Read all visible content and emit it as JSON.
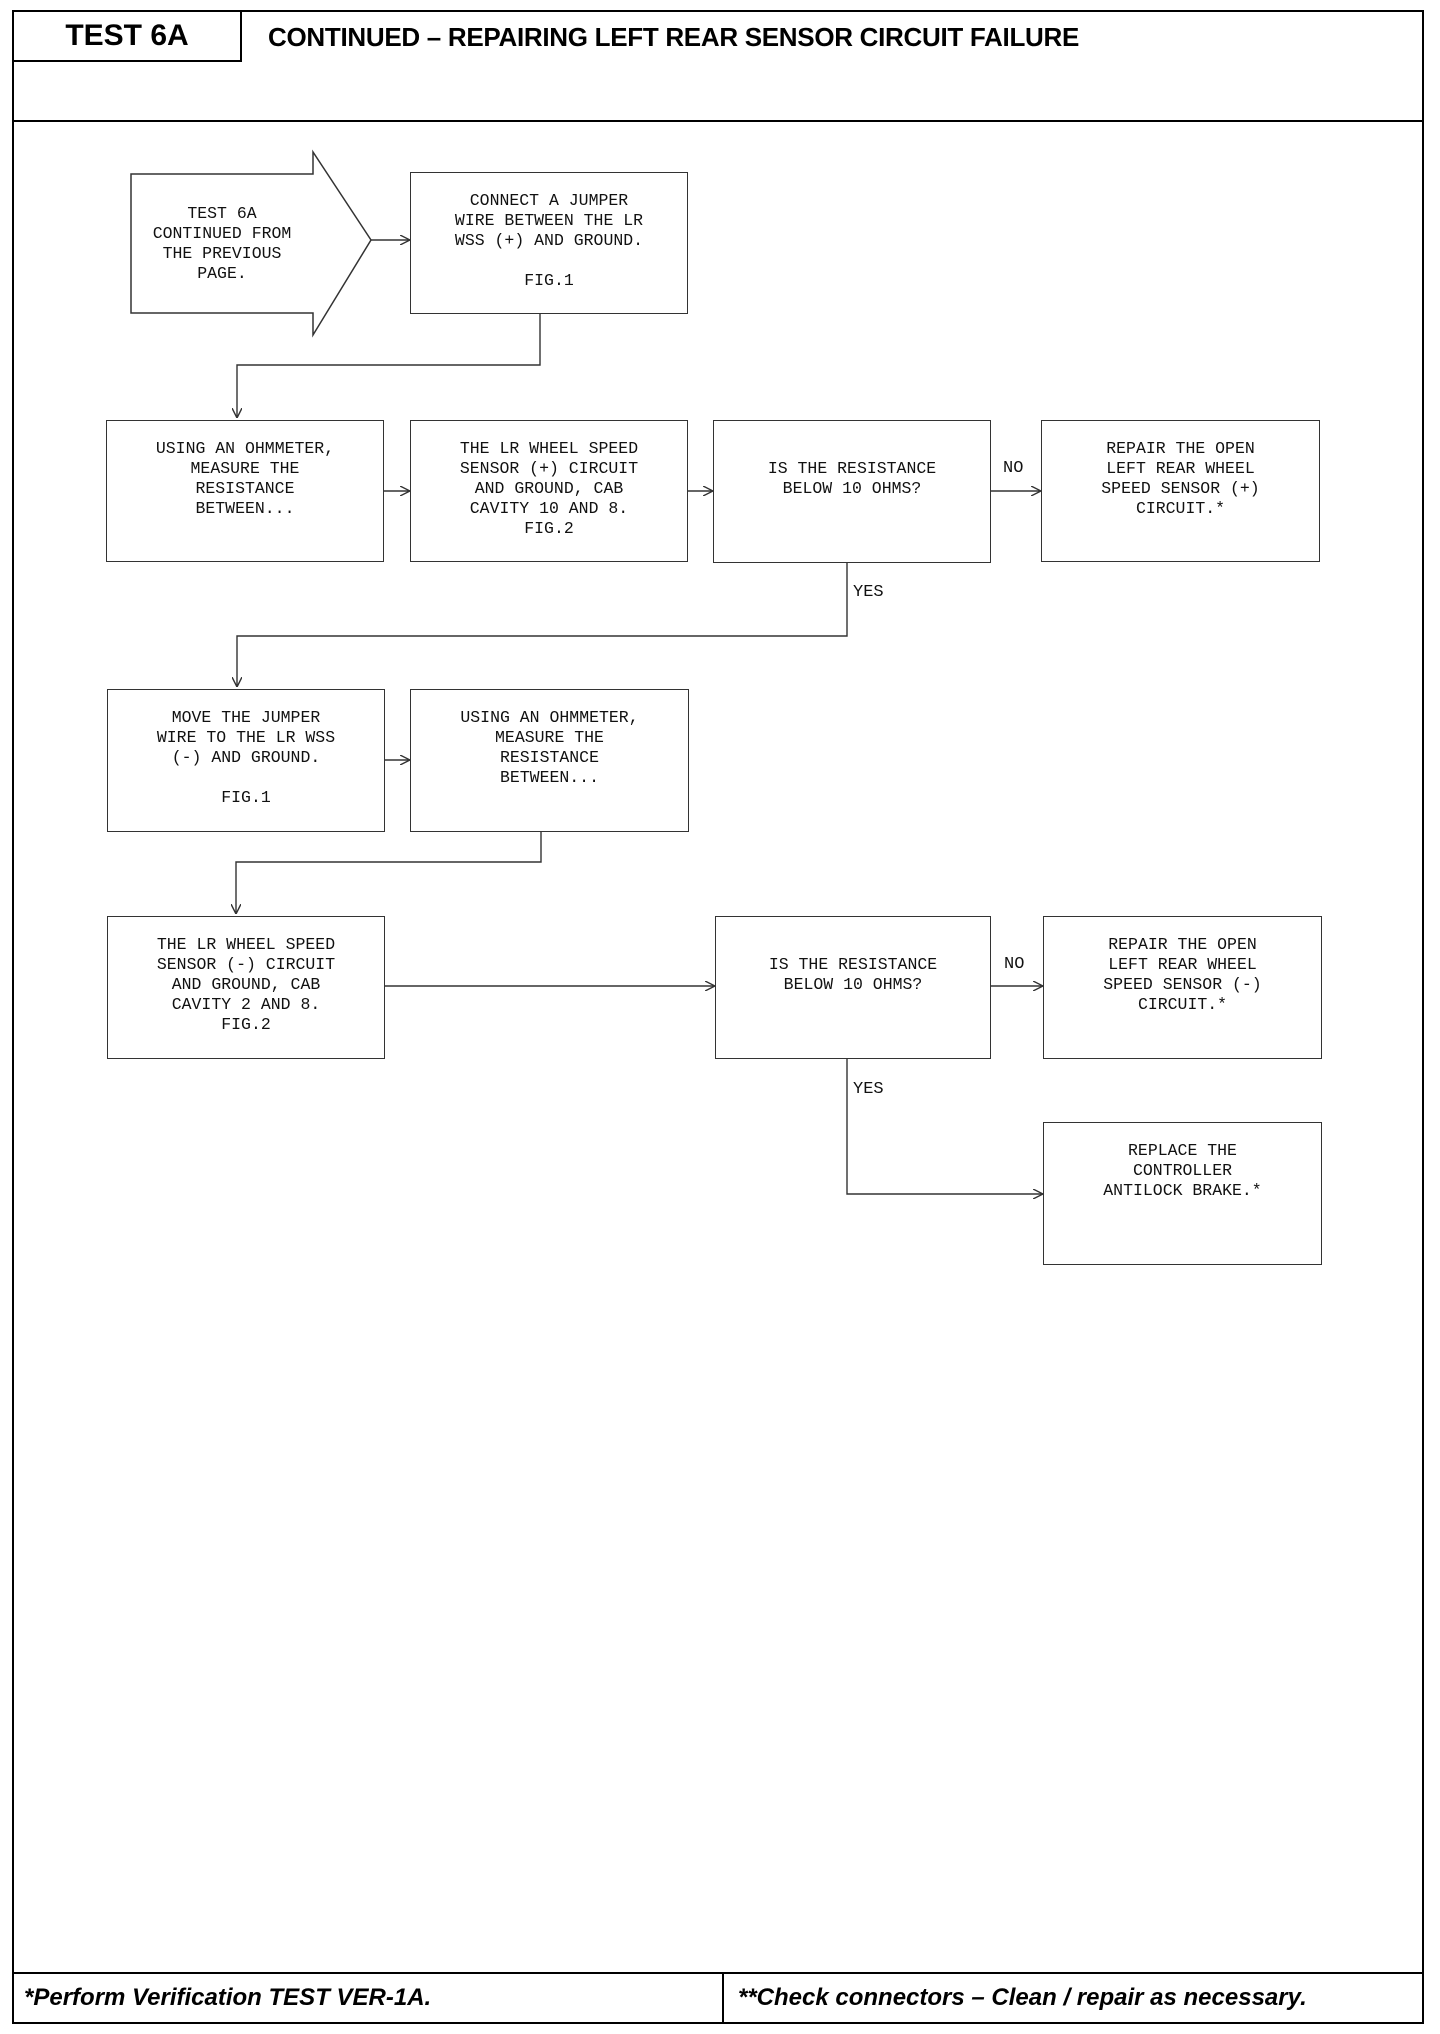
{
  "header": {
    "test_id": "TEST 6A",
    "title": "CONTINUED – REPAIRING LEFT REAR SENSOR CIRCUIT FAILURE"
  },
  "flowchart": {
    "entry": "TEST 6A\nCONTINUED FROM\nTHE PREVIOUS\nPAGE.",
    "step_connect_jumper": "CONNECT A JUMPER\nWIRE BETWEEN THE LR\nWSS (+) AND GROUND.\n\nFIG.1",
    "step_ohmmeter_1": "USING AN OHMMETER,\nMEASURE THE\nRESISTANCE\nBETWEEN...",
    "step_lr_plus_circuit": "THE LR WHEEL SPEED\nSENSOR (+) CIRCUIT\nAND GROUND, CAB\nCAVITY 10 AND 8.\nFIG.2",
    "decision_1": "IS THE RESISTANCE\nBELOW 10 OHMS?",
    "repair_plus": "REPAIR THE OPEN\nLEFT REAR WHEEL\nSPEED SENSOR (+)\nCIRCUIT.*",
    "step_move_jumper": "MOVE THE JUMPER\nWIRE TO THE LR WSS\n(-) AND GROUND.\n\nFIG.1",
    "step_ohmmeter_2": "USING AN OHMMETER,\nMEASURE THE\nRESISTANCE\nBETWEEN...",
    "step_lr_minus_circuit": "THE LR WHEEL SPEED\nSENSOR (-) CIRCUIT\nAND GROUND, CAB\nCAVITY 2 AND 8.\nFIG.2",
    "decision_2": "IS THE RESISTANCE\nBELOW 10 OHMS?",
    "repair_minus": "REPAIR THE OPEN\nLEFT REAR WHEEL\nSPEED SENSOR (-)\nCIRCUIT.*",
    "replace_controller": "REPLACE THE\nCONTROLLER\nANTILOCK BRAKE.*",
    "labels": {
      "no_1": "NO",
      "yes_1": "YES",
      "no_2": "NO",
      "yes_2": "YES"
    }
  },
  "footer": {
    "left": "*Perform Verification TEST VER-1A.",
    "right": "**Check connectors – Clean / repair as necessary."
  }
}
